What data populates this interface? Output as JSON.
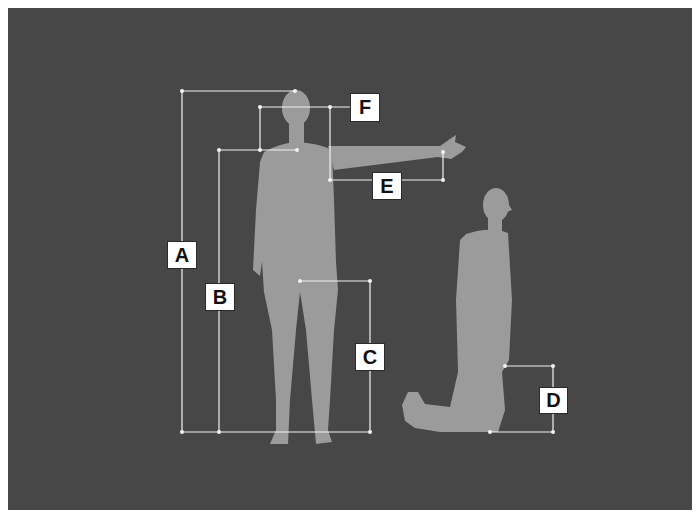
{
  "diagram": {
    "labels": [
      "F",
      "E",
      "A",
      "B",
      "C",
      "D"
    ]
  }
}
